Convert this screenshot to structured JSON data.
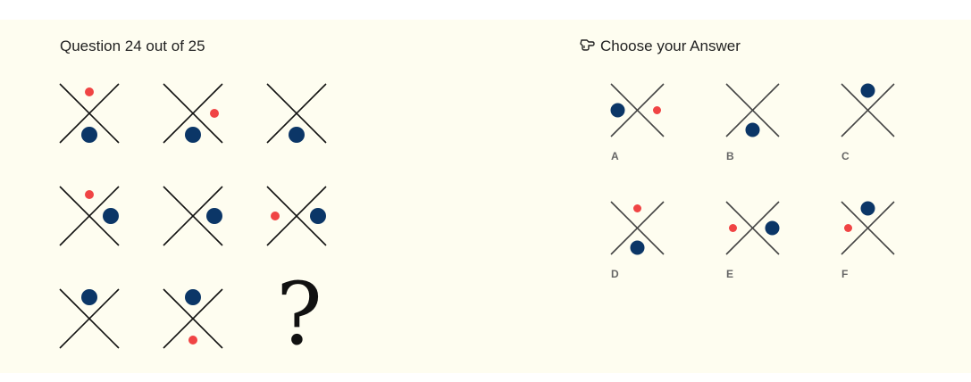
{
  "header": {
    "question_counter": "Question 24 out of 25",
    "answer_prompt": "Choose your Answer",
    "answer_icon": "pointing-hand-icon"
  },
  "colors": {
    "background": "#fefdf0",
    "line": "#111111",
    "option_line": "#444444",
    "large_dot": "#0b3667",
    "small_dot": "#f04444"
  },
  "puzzle": {
    "missing_symbol": "?",
    "cells": [
      {
        "large": "bottom",
        "small": "top"
      },
      {
        "large": "bottom",
        "small": "right"
      },
      {
        "large": "bottom",
        "small": null
      },
      {
        "large": "right",
        "small": "top"
      },
      {
        "large": "right",
        "small": null
      },
      {
        "large": "right",
        "small": "left"
      },
      {
        "large": "top",
        "small": null
      },
      {
        "large": "top",
        "small": "bottom"
      },
      null
    ]
  },
  "options": [
    {
      "label": "A",
      "large": "left",
      "small": "right"
    },
    {
      "label": "B",
      "large": "bottom",
      "small": null
    },
    {
      "label": "C",
      "large": "top",
      "small": null
    },
    {
      "label": "D",
      "large": "bottom",
      "small": "top"
    },
    {
      "label": "E",
      "large": "right",
      "small": "left"
    },
    {
      "label": "F",
      "large": "top",
      "small": "left"
    }
  ]
}
